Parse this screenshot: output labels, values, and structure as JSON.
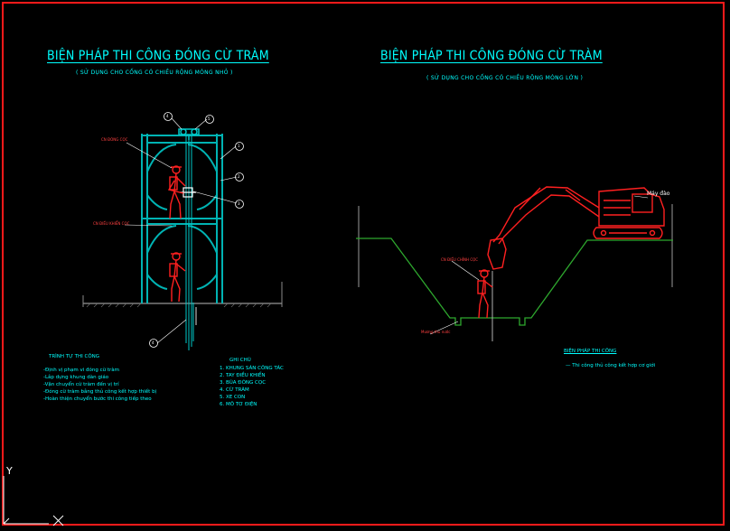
{
  "left": {
    "title": "BIỆN PHÁP THI CÔNG ĐÓNG CỪ TRÀM",
    "subtitle": "( SỬ DỤNG CHO CỐNG CÓ CHIỀU RỘNG MÓNG NHỎ )",
    "label_worker_top": "CN ĐÓNG CỌC",
    "label_worker_bottom": "CN ĐIỀU KHIỂN CỌC",
    "markers": [
      "1",
      "2",
      "3",
      "4",
      "5",
      "4"
    ],
    "sequence_title": "TRÌNH TỰ THI CÔNG",
    "sequence": [
      "-Định vị phạm vi đóng cừ tràm",
      "-Lắp dựng khung dàn giáo",
      "-Vận chuyển cừ tràm đến vị trí",
      "-Đóng cừ tràm bằng thủ công kết hợp thiết bị",
      "-Hoàn thiện chuyển bước thi công tiếp theo"
    ],
    "notes_title": "GHI CHÚ",
    "notes": [
      "1. KHUNG SÀN CÔNG TÁC",
      "2. TAY ĐIỀU KHIỂN",
      "3. BÚA ĐÓNG CỌC",
      "4. CỪ TRÀM",
      "5. XE CON",
      "6. MÔ TƠ ĐIỆN"
    ]
  },
  "right": {
    "title": "BIỆN PHÁP THI CÔNG ĐÓNG CỪ TRÀM",
    "subtitle": "( SỬ DỤNG CHO CỐNG CÓ CHIỀU RỘNG MÓNG LỚN )",
    "label_excavator": "Máy đào",
    "label_worker": "CN ĐIỀU CHỈNH CỌC",
    "label_pit": "Mương thu nước",
    "method_title": "BIỆN PHÁP THI CÔNG",
    "method": [
      "— Thi công thủ công kết hợp cơ giới"
    ]
  },
  "ucs": {
    "y": "Y",
    "x": "X"
  },
  "colors": {
    "background": "#000000",
    "frame": "#ff1a1a",
    "text": "#00ffff",
    "scaffold": "#00b3b3",
    "worker": "#ff2020",
    "ground": "#2ea82e",
    "grey": "#9a9a9a"
  }
}
